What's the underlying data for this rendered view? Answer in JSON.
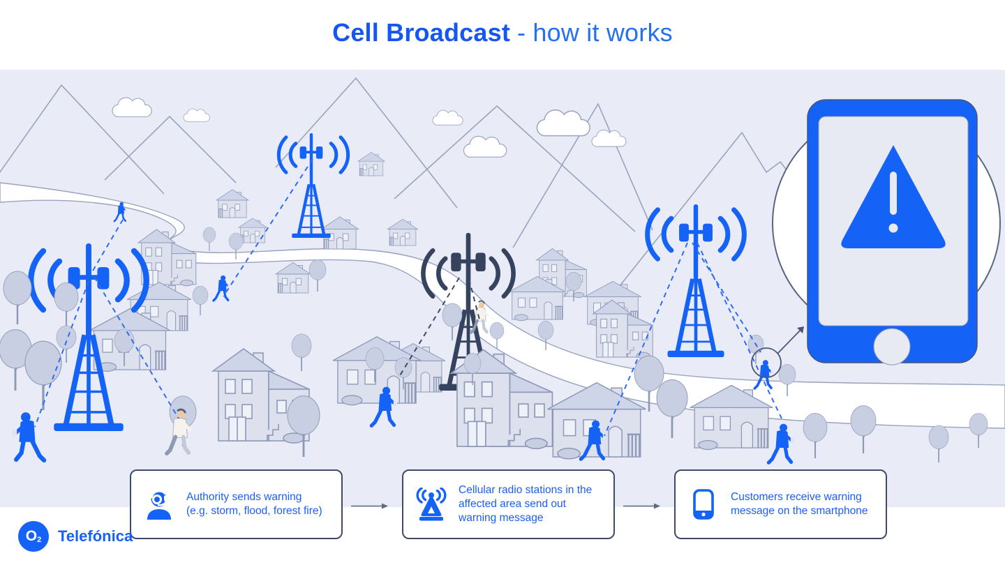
{
  "title": {
    "bold": "Cell Broadcast",
    "regular": "- how it works"
  },
  "steps": [
    {
      "icon": "support-agent-icon",
      "label": "Authority sends warning\n(e.g. storm, flood, forest fire)"
    },
    {
      "icon": "broadcast-antenna-icon",
      "label": "Cellular radio stations in the\naffected area send out\nwarning message"
    },
    {
      "icon": "smartphone-icon",
      "label": "Customers receive warning\nmessage on the smartphone"
    }
  ],
  "logo": {
    "operator": "O",
    "operator_sub": "2",
    "brand": "Telefónica"
  },
  "colors": {
    "accent_blue": "#1462f6",
    "text_blue": "#1a5ff2",
    "navy": "#3e4a66",
    "scene_background": "#e9ecf7",
    "outline_gray": "#8e99b8"
  }
}
